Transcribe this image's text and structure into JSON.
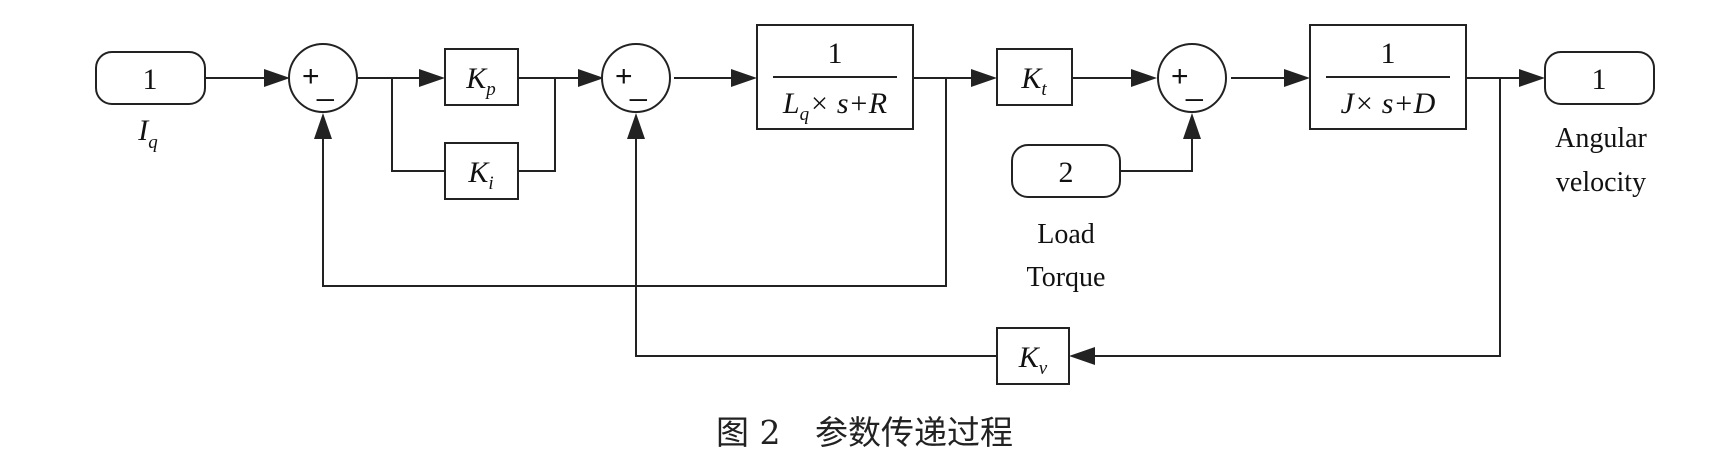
{
  "blocks": {
    "in1": {
      "label": "1",
      "caption_main": "I",
      "caption_sub": "q"
    },
    "kp": {
      "main": "K",
      "sub": "p"
    },
    "ki": {
      "main": "K",
      "sub": "i"
    },
    "current_tf": {
      "numerator": "1",
      "den_a": "L",
      "den_a_sub": "q",
      "den_rest": "× s+R"
    },
    "kt": {
      "main": "K",
      "sub": "t"
    },
    "mech_tf": {
      "numerator": "1",
      "den": "J× s+D"
    },
    "out1": {
      "label": "1",
      "caption_line1": "Angular",
      "caption_line2": "velocity"
    },
    "in2": {
      "label": "2",
      "caption_line1": "Load",
      "caption_line2": "Torque"
    },
    "kv": {
      "main": "K",
      "sub": "v"
    }
  },
  "sum_signs": {
    "plus": "+",
    "minus": "_"
  },
  "caption": {
    "figure": "图 2",
    "title": "参数传递过程"
  }
}
